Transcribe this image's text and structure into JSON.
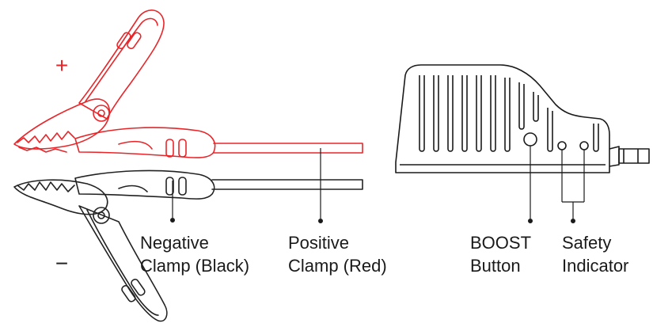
{
  "signs": {
    "positive": "+",
    "negative": "−"
  },
  "labels": {
    "negative_clamp": [
      "Negative",
      "Clamp (Black)"
    ],
    "positive_clamp": [
      "Positive",
      "Clamp (Red)"
    ],
    "boost_button": [
      "BOOST",
      "Button"
    ],
    "safety_indicator": [
      "Safety",
      "Indicator"
    ]
  },
  "colors": {
    "positive": "#e8262a",
    "negative": "#222222",
    "line": "#1a1a1a"
  }
}
